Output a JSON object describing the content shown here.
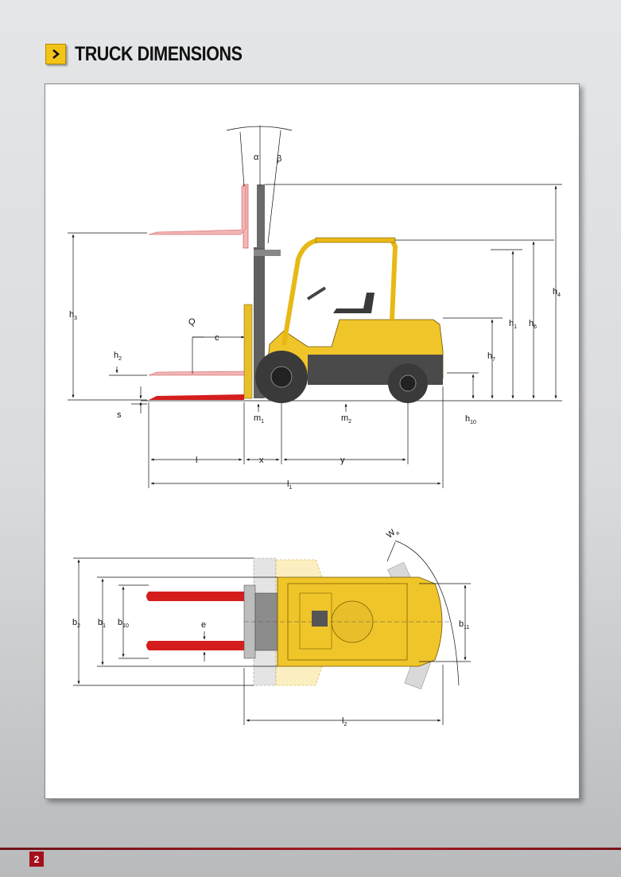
{
  "header": {
    "title": "TRUCK DIMENSIONS",
    "icon": "chevron-right-icon",
    "accent": "#f2c417"
  },
  "side_view_labels": {
    "alpha": "α",
    "beta": "β",
    "h3": "h",
    "h3_sub": "3",
    "h2": "h",
    "h2_sub": "2",
    "s": "s",
    "Q": "Q",
    "c": "c",
    "m1": "m",
    "m1_sub": "1",
    "m2": "m",
    "m2_sub": "2",
    "h1": "h",
    "h1_sub": "1",
    "h6": "h",
    "h6_sub": "6",
    "h4": "h",
    "h4_sub": "4",
    "h7": "h",
    "h7_sub": "7",
    "h10": "h",
    "h10_sub": "10",
    "l": "l",
    "x": "x",
    "y": "y",
    "l1": "l",
    "l1_sub": "1"
  },
  "top_view_labels": {
    "wa": "W",
    "wa_sub": "a",
    "b2": "b",
    "b2_sub": "2",
    "b1": "b",
    "b1_sub": "1",
    "b10": "b",
    "b10_sub": "10",
    "e": "e",
    "b11": "b",
    "b11_sub": "11",
    "l2": "l",
    "l2_sub": "2"
  },
  "footer": {
    "page_number": "2",
    "accent": "#a3101c"
  }
}
